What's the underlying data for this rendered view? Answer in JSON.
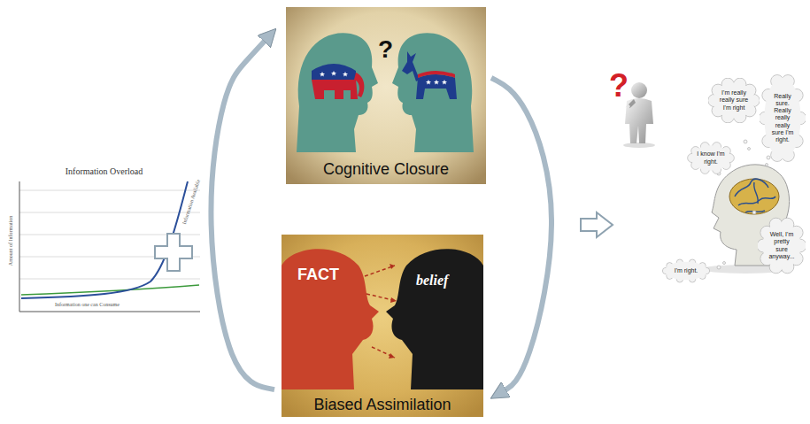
{
  "diagram": {
    "nodes": [
      {
        "text": [
          "Information Overload"
        ]
      },
      {
        "text": [
          "Cognitive Closure"
        ]
      },
      {
        "text": [
          "Biased Assimilation"
        ]
      },
      {
        "text": [
          "I'm right."
        ]
      },
      {
        "text": [
          "I know I'm right."
        ]
      },
      {
        "text": [
          "I'm really really sure I'm right"
        ]
      },
      {
        "text": [
          "Really sure. Really really really sure I'm right."
        ]
      },
      {
        "text": [
          "Well, I'm pretty sure anyway..."
        ]
      }
    ],
    "edges": [
      {
        "from": 2,
        "to": 1,
        "arrow": "to"
      },
      {
        "from": 1,
        "to": 2,
        "arrow": "to"
      }
    ],
    "labels": [
      "Amount of Information",
      "Information Available",
      "Information one can Consume",
      "?",
      "FACT",
      "belief",
      "?"
    ]
  }
}
